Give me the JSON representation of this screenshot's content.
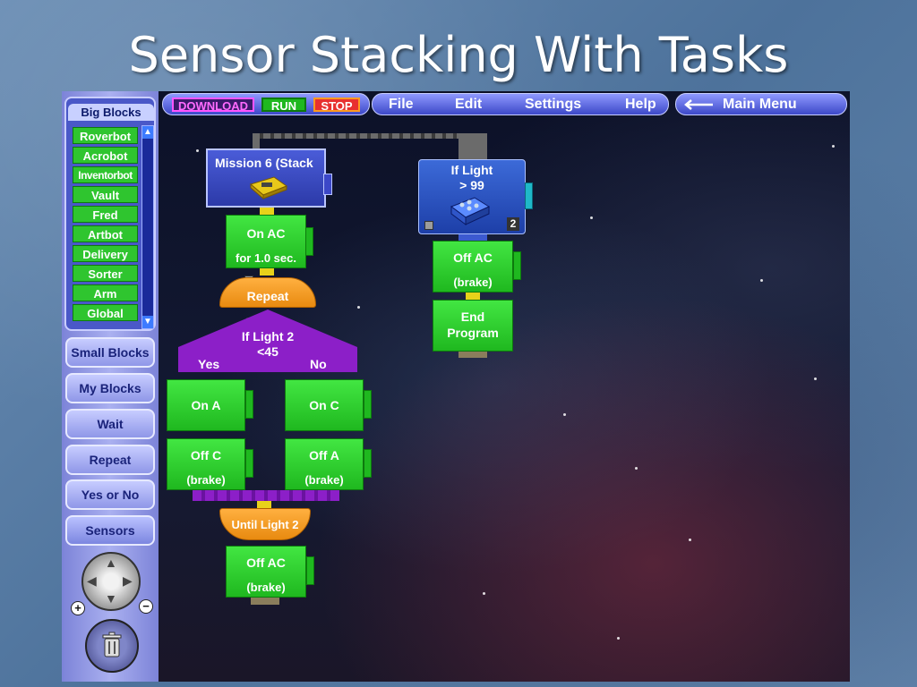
{
  "slide": {
    "title": "Sensor Stacking With Tasks"
  },
  "sidebar": {
    "big_blocks_title": "Big Blocks",
    "big_blocks": [
      "Roverbot",
      "Acrobot",
      "Inventorbot",
      "Vault",
      "Fred",
      "Artbot",
      "Delivery",
      "Sorter",
      "Arm",
      "Global"
    ],
    "buttons": [
      "Small Blocks",
      "My Blocks",
      "Wait",
      "Repeat",
      "Yes or No",
      "Sensors"
    ],
    "zoom_in": "+",
    "zoom_out": "−"
  },
  "toolbar": {
    "download": "DOWNLOAD",
    "run": "RUN",
    "stop": "STOP",
    "menu": [
      "File",
      "Edit",
      "Settings",
      "Help"
    ],
    "main_menu": "Main Menu"
  },
  "program": {
    "mission": "Mission 6 (Stack",
    "on_ac": "On AC",
    "on_ac_duration": "for 1.0 sec.",
    "repeat": "Repeat",
    "if_light_2": [
      "If Light 2",
      "<45"
    ],
    "yes": "Yes",
    "no": "No",
    "on_a": "On A",
    "on_c": "On C",
    "off_c": "Off C",
    "off_a": "Off A",
    "brake": "(brake)",
    "until_light_2": "Until Light 2",
    "off_ac": "Off AC",
    "if_light_task": [
      "If Light",
      "> 99"
    ],
    "sensor_port": "2",
    "end_program": [
      "End",
      "Program"
    ]
  },
  "colors": {
    "block_green": "#2fc52f",
    "block_orange": "#f0a020",
    "block_purple": "#8c1fc8",
    "toolbar_blue": "#4a58c8",
    "download_text": "#ff3cff",
    "stop_bg": "#e83030"
  }
}
